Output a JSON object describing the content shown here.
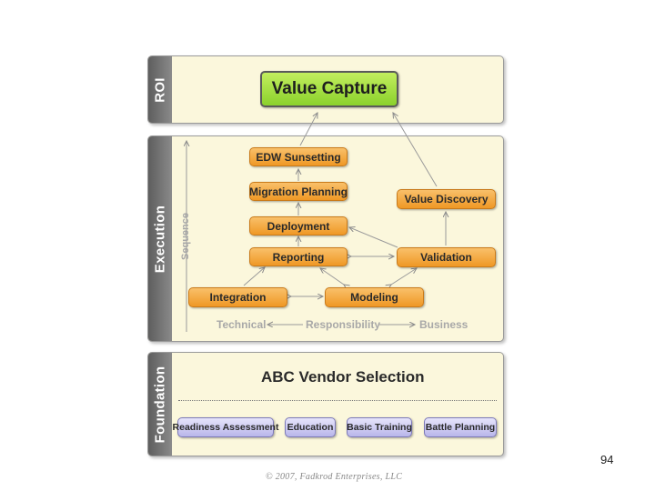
{
  "roi": {
    "label": "ROI",
    "value_capture": "Value Capture"
  },
  "execution": {
    "label": "Execution",
    "sequence_label": "Sequence",
    "boxes": {
      "edw_sunsetting": "EDW Sunsetting",
      "migration_planning": "Migration Planning",
      "deployment": "Deployment",
      "reporting": "Reporting",
      "integration": "Integration",
      "modeling": "Modeling",
      "value_discovery": "Value Discovery",
      "validation": "Validation"
    },
    "axis": {
      "technical": "Technical",
      "responsibility": "Responsibility",
      "business": "Business"
    }
  },
  "foundation": {
    "label": "Foundation",
    "title": "ABC Vendor Selection",
    "items": [
      "Readiness Assessment",
      "Education",
      "Basic Training",
      "Battle Planning"
    ]
  },
  "colors": {
    "orange": "#ef9825",
    "green": "#8bd12c",
    "purple": "#b9b6ea",
    "side_gray": "#6e6e6e",
    "panel_bg": "#fbf7dc"
  },
  "page_number": "94",
  "copyright": "© 2007, Fadkrod Enterprises, LLC"
}
